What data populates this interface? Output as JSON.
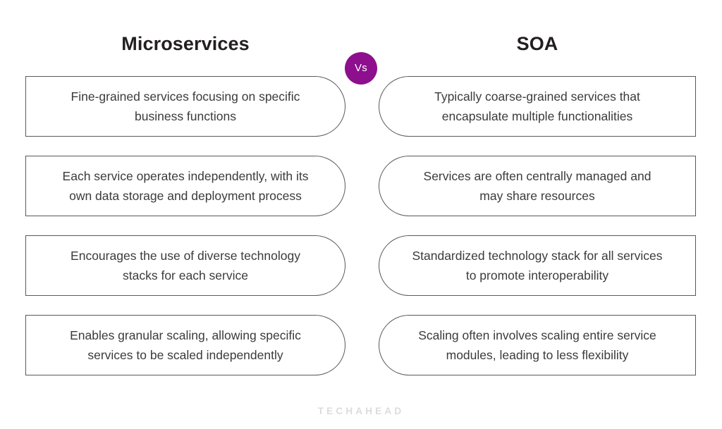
{
  "header": {
    "left_title": "Microservices",
    "right_title": "SOA",
    "versus_label": "Vs",
    "versus_color": "#8d0f8d"
  },
  "colors": {
    "card_border": "#58595b",
    "card_text": "#3b3b3d",
    "title_text": "#231f20",
    "background": "#ffffff",
    "watermark": "#dcdcdc",
    "accent": "#8d0f8d"
  },
  "comparison": {
    "rows": [
      {
        "left": "Fine-grained services focusing on specific business functions",
        "right": "Typically coarse-grained services that encapsulate multiple functionalities"
      },
      {
        "left": "Each service operates independently, with its own data storage and deployment process",
        "right": "Services are often centrally managed and may share resources"
      },
      {
        "left": "Encourages the use of diverse technology stacks for each service",
        "right": "Standardized technology stack for all services to promote interoperability"
      },
      {
        "left": "Enables granular scaling, allowing specific services to be scaled independently",
        "right": "Scaling often involves scaling entire service modules, leading to less flexibility"
      }
    ]
  },
  "footer": {
    "watermark": "TECHAHEAD"
  }
}
